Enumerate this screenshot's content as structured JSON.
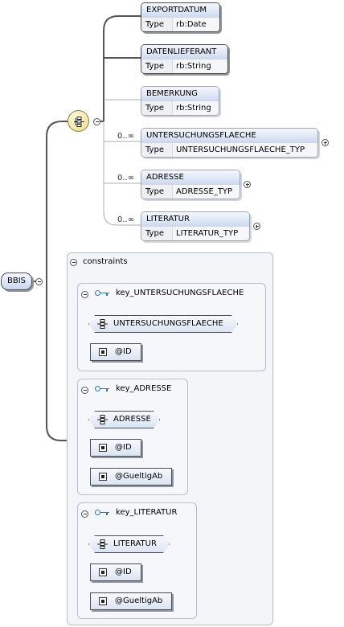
{
  "root": {
    "name": "BBIS"
  },
  "sequence": {
    "icon": "sequence-compositor-icon"
  },
  "children": [
    {
      "name": "EXPORTDATUM",
      "type_key": "Type",
      "type_value": "rb:Date",
      "occurrence": "",
      "required": true,
      "expandable": false
    },
    {
      "name": "DATENLIEFERANT",
      "type_key": "Type",
      "type_value": "rb:String",
      "occurrence": "",
      "required": true,
      "expandable": false
    },
    {
      "name": "BEMERKUNG",
      "type_key": "Type",
      "type_value": "rb:String",
      "occurrence": "",
      "required": false,
      "expandable": false
    },
    {
      "name": "UNTERSUCHUNGSFLAECHE",
      "type_key": "Type",
      "type_value": "UNTERSUCHUNGSFLAECHE_TYP",
      "occurrence": "0..∞",
      "required": false,
      "expandable": true
    },
    {
      "name": "ADRESSE",
      "type_key": "Type",
      "type_value": "ADRESSE_TYP",
      "occurrence": "0..∞",
      "required": false,
      "expandable": true
    },
    {
      "name": "LITERATUR",
      "type_key": "Type",
      "type_value": "LITERATUR_TYP",
      "occurrence": "0..∞",
      "required": false,
      "expandable": true
    }
  ],
  "constraints": {
    "title": "constraints",
    "keys": [
      {
        "name": "key_UNTERSUCHUNGSFLAECHE",
        "selector": "UNTERSUCHUNGSFLAECHE",
        "fields": [
          "@ID"
        ]
      },
      {
        "name": "key_ADRESSE",
        "selector": "ADRESSE",
        "fields": [
          "@ID",
          "@GueltigAb"
        ]
      },
      {
        "name": "key_LITERATUR",
        "selector": "LITERATUR",
        "fields": [
          "@ID",
          "@GueltigAb"
        ]
      }
    ]
  },
  "colors": {
    "header_gradient_top": "#f4f7fd",
    "header_gradient_bottom": "#c9d7ef",
    "key_icon": "#3a78a8",
    "compositor": "#f2e3a2"
  }
}
